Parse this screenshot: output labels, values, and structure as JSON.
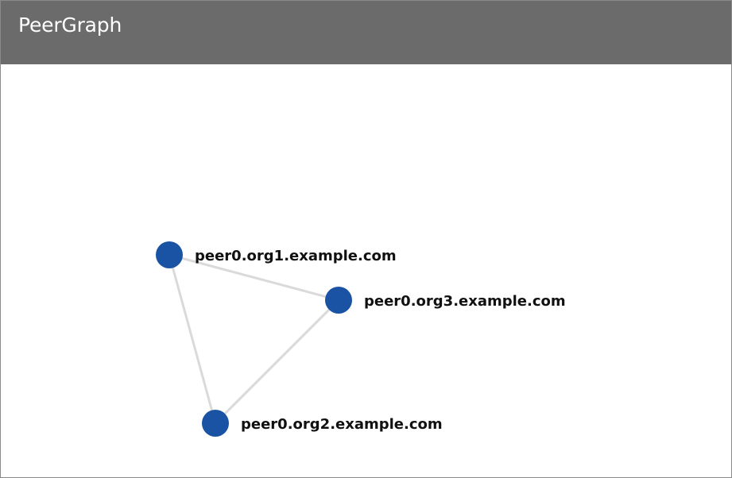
{
  "header": {
    "title": "PeerGraph"
  },
  "graph": {
    "node_color": "#1a53a3",
    "edge_color": "#dadada",
    "nodes": [
      {
        "id": "org1",
        "label": "peer0.org1.example.com"
      },
      {
        "id": "org3",
        "label": "peer0.org3.example.com"
      },
      {
        "id": "org2",
        "label": "peer0.org2.example.com"
      }
    ],
    "edges": [
      {
        "source": "org1",
        "target": "org3"
      },
      {
        "source": "org3",
        "target": "org2"
      },
      {
        "source": "org1",
        "target": "org2"
      }
    ]
  }
}
